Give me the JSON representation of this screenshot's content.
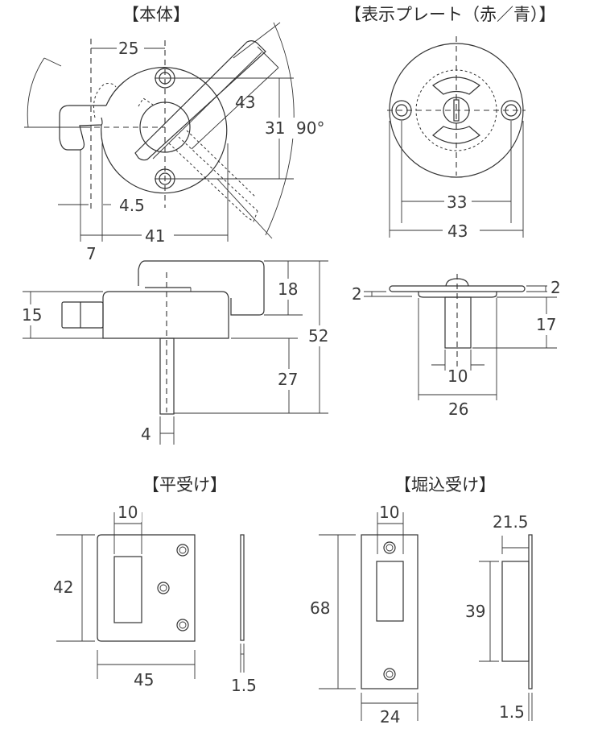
{
  "titles": {
    "body": "【本体】",
    "indicator_plate": "【表示プレート（赤／青）】",
    "flat_strike": "【平受け】",
    "mortise_strike": "【堀込受け】"
  },
  "body_top_view": {
    "dims": {
      "offset_to_center": "25",
      "handle_length": "43",
      "hole_pitch": "31",
      "rotation_angle": "90°",
      "hook_gap": "4.5",
      "overall_width": "41",
      "hook_width": "7"
    }
  },
  "body_side_view": {
    "dims": {
      "case_height": "15",
      "handle_height": "18",
      "overall_height": "52",
      "spindle_length": "27",
      "spindle_width": "4"
    }
  },
  "indicator_plate_front": {
    "dims": {
      "hole_pitch": "33",
      "diameter": "43"
    }
  },
  "indicator_plate_side": {
    "dims": {
      "plate_thickness_left": "2",
      "plate_thickness_right": "2",
      "boss_depth": "17",
      "boss_width": "10",
      "flange_width": "26"
    }
  },
  "flat_strike": {
    "dims": {
      "slot_width": "10",
      "height": "42",
      "width": "45",
      "thickness": "1.5"
    }
  },
  "mortise_strike": {
    "dims": {
      "slot_width": "10",
      "height": "68",
      "width": "24",
      "depth": "21.5",
      "box_height": "39",
      "thickness": "1.5"
    }
  },
  "colors": {
    "line": "#333333",
    "text": "#3a3a3a",
    "background": "#ffffff"
  }
}
